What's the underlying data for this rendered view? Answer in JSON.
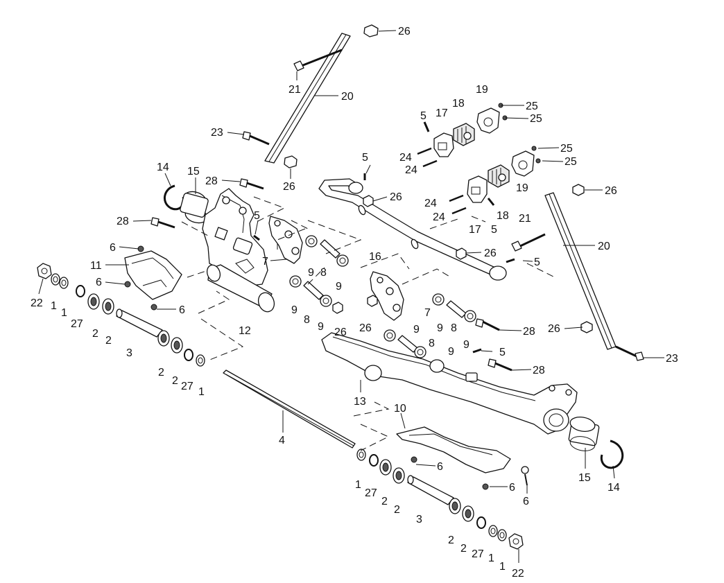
{
  "callouts": [
    {
      "id": "c26a",
      "label": "26"
    },
    {
      "id": "c21a",
      "label": "21"
    },
    {
      "id": "c20a",
      "label": "20"
    },
    {
      "id": "c23a",
      "label": "23"
    },
    {
      "id": "c26b",
      "label": "26"
    },
    {
      "id": "c14a",
      "label": "14"
    },
    {
      "id": "c15a",
      "label": "15"
    },
    {
      "id": "c28a",
      "label": "28"
    },
    {
      "id": "c28b",
      "label": "28"
    },
    {
      "id": "c5a",
      "label": "5"
    },
    {
      "id": "c6a",
      "label": "6"
    },
    {
      "id": "c11",
      "label": "11"
    },
    {
      "id": "c6b",
      "label": "6"
    },
    {
      "id": "c6c",
      "label": "6"
    },
    {
      "id": "c22a",
      "label": "22"
    },
    {
      "id": "c1a",
      "label": "1"
    },
    {
      "id": "c1b",
      "label": "1"
    },
    {
      "id": "c27a",
      "label": "27"
    },
    {
      "id": "c2a",
      "label": "2"
    },
    {
      "id": "c2b",
      "label": "2"
    },
    {
      "id": "c3a",
      "label": "3"
    },
    {
      "id": "c2c",
      "label": "2"
    },
    {
      "id": "c2d",
      "label": "2"
    },
    {
      "id": "c27b",
      "label": "27"
    },
    {
      "id": "c1c",
      "label": "1"
    },
    {
      "id": "c12",
      "label": "12"
    },
    {
      "id": "c7a",
      "label": "7"
    },
    {
      "id": "c9a",
      "label": "9"
    },
    {
      "id": "c8a",
      "label": "8"
    },
    {
      "id": "c9b",
      "label": "9"
    },
    {
      "id": "c9c",
      "label": "9"
    },
    {
      "id": "c8b",
      "label": "8"
    },
    {
      "id": "c9d",
      "label": "9"
    },
    {
      "id": "c26c",
      "label": "26"
    },
    {
      "id": "c16",
      "label": "16"
    },
    {
      "id": "c5b",
      "label": "5"
    },
    {
      "id": "c26d",
      "label": "26"
    },
    {
      "id": "c5c",
      "label": "5"
    },
    {
      "id": "c17a",
      "label": "17"
    },
    {
      "id": "c18a",
      "label": "18"
    },
    {
      "id": "c19a",
      "label": "19"
    },
    {
      "id": "c25a",
      "label": "25"
    },
    {
      "id": "c25b",
      "label": "25"
    },
    {
      "id": "c24a",
      "label": "24"
    },
    {
      "id": "c24b",
      "label": "24"
    },
    {
      "id": "c25c",
      "label": "25"
    },
    {
      "id": "c25d",
      "label": "25"
    },
    {
      "id": "c24c",
      "label": "24"
    },
    {
      "id": "c24d",
      "label": "24"
    },
    {
      "id": "c19b",
      "label": "19"
    },
    {
      "id": "c18b",
      "label": "18"
    },
    {
      "id": "c17b",
      "label": "17"
    },
    {
      "id": "c5d",
      "label": "5"
    },
    {
      "id": "c26e",
      "label": "26"
    },
    {
      "id": "c21b",
      "label": "21"
    },
    {
      "id": "c20b",
      "label": "20"
    },
    {
      "id": "c26f",
      "label": "26"
    },
    {
      "id": "c5e",
      "label": "5"
    },
    {
      "id": "c26g",
      "label": "26"
    },
    {
      "id": "c7b",
      "label": "7"
    },
    {
      "id": "c9e",
      "label": "9"
    },
    {
      "id": "c8c",
      "label": "8"
    },
    {
      "id": "c9f",
      "label": "9"
    },
    {
      "id": "c28c",
      "label": "28"
    },
    {
      "id": "c9g",
      "label": "9"
    },
    {
      "id": "c8d",
      "label": "8"
    },
    {
      "id": "c9h",
      "label": "9"
    },
    {
      "id": "c5f",
      "label": "5"
    },
    {
      "id": "c28d",
      "label": "28"
    },
    {
      "id": "c26h",
      "label": "26"
    },
    {
      "id": "c23b",
      "label": "23"
    },
    {
      "id": "c13",
      "label": "13"
    },
    {
      "id": "c4",
      "label": "4"
    },
    {
      "id": "c10",
      "label": "10"
    },
    {
      "id": "c6d",
      "label": "6"
    },
    {
      "id": "c6e",
      "label": "6"
    },
    {
      "id": "c6f",
      "label": "6"
    },
    {
      "id": "c15b",
      "label": "15"
    },
    {
      "id": "c14b",
      "label": "14"
    },
    {
      "id": "c1d",
      "label": "1"
    },
    {
      "id": "c27c",
      "label": "27"
    },
    {
      "id": "c2e",
      "label": "2"
    },
    {
      "id": "c2f",
      "label": "2"
    },
    {
      "id": "c3b",
      "label": "3"
    },
    {
      "id": "c2g",
      "label": "2"
    },
    {
      "id": "c2h",
      "label": "2"
    },
    {
      "id": "c27d",
      "label": "27"
    },
    {
      "id": "c1e",
      "label": "1"
    },
    {
      "id": "c1f",
      "label": "1"
    },
    {
      "id": "c22b",
      "label": "22"
    }
  ]
}
